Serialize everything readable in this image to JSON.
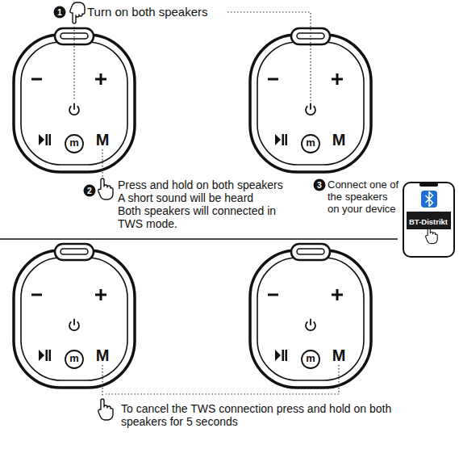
{
  "diagram": {
    "nodes": [
      {
        "text": [
          "BT-Distrikt"
        ]
      }
    ],
    "labels": [
      "1",
      "Turn on both speakers",
      "m",
      "M",
      "m",
      "M",
      "2",
      "Press and hold on both speakers",
      "A short sound will be heard",
      "Both speakers will connected in TWS mode.",
      "3",
      "Connect one of the speakers on your device",
      "m",
      "M",
      "m",
      "M",
      "To cancel the TWS connection press and hold on both speakers for 5 seconds"
    ]
  }
}
